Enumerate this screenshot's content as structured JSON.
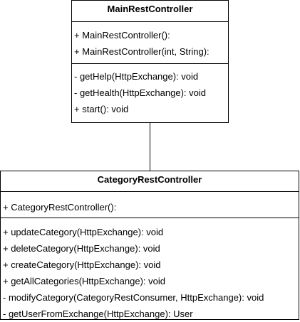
{
  "main_class": {
    "name": "MainRestController",
    "constructors": [
      "+ MainRestController():",
      "+ MainRestController(int, String):"
    ],
    "methods": [
      "- getHelp(HttpExchange): void",
      "- getHealth(HttpExchange): void",
      "+ start(): void"
    ]
  },
  "category_class": {
    "name": "CategoryRestController",
    "constructors": [
      "+ CategoryRestController():"
    ],
    "methods": [
      "+ updateCategory(HttpExchange): void",
      "+ deleteCategory(HttpExchange): void",
      "+ createCategory(HttpExchange): void",
      "+ getAllCategories(HttpExchange): void",
      "- modifyCategory(CategoryRestConsumer, HttpExchange): void",
      "- getUserFromExchange(HttpExchange): User"
    ]
  },
  "colors": {
    "border": "#000000",
    "background": "#ffffff",
    "text": "#000000"
  }
}
